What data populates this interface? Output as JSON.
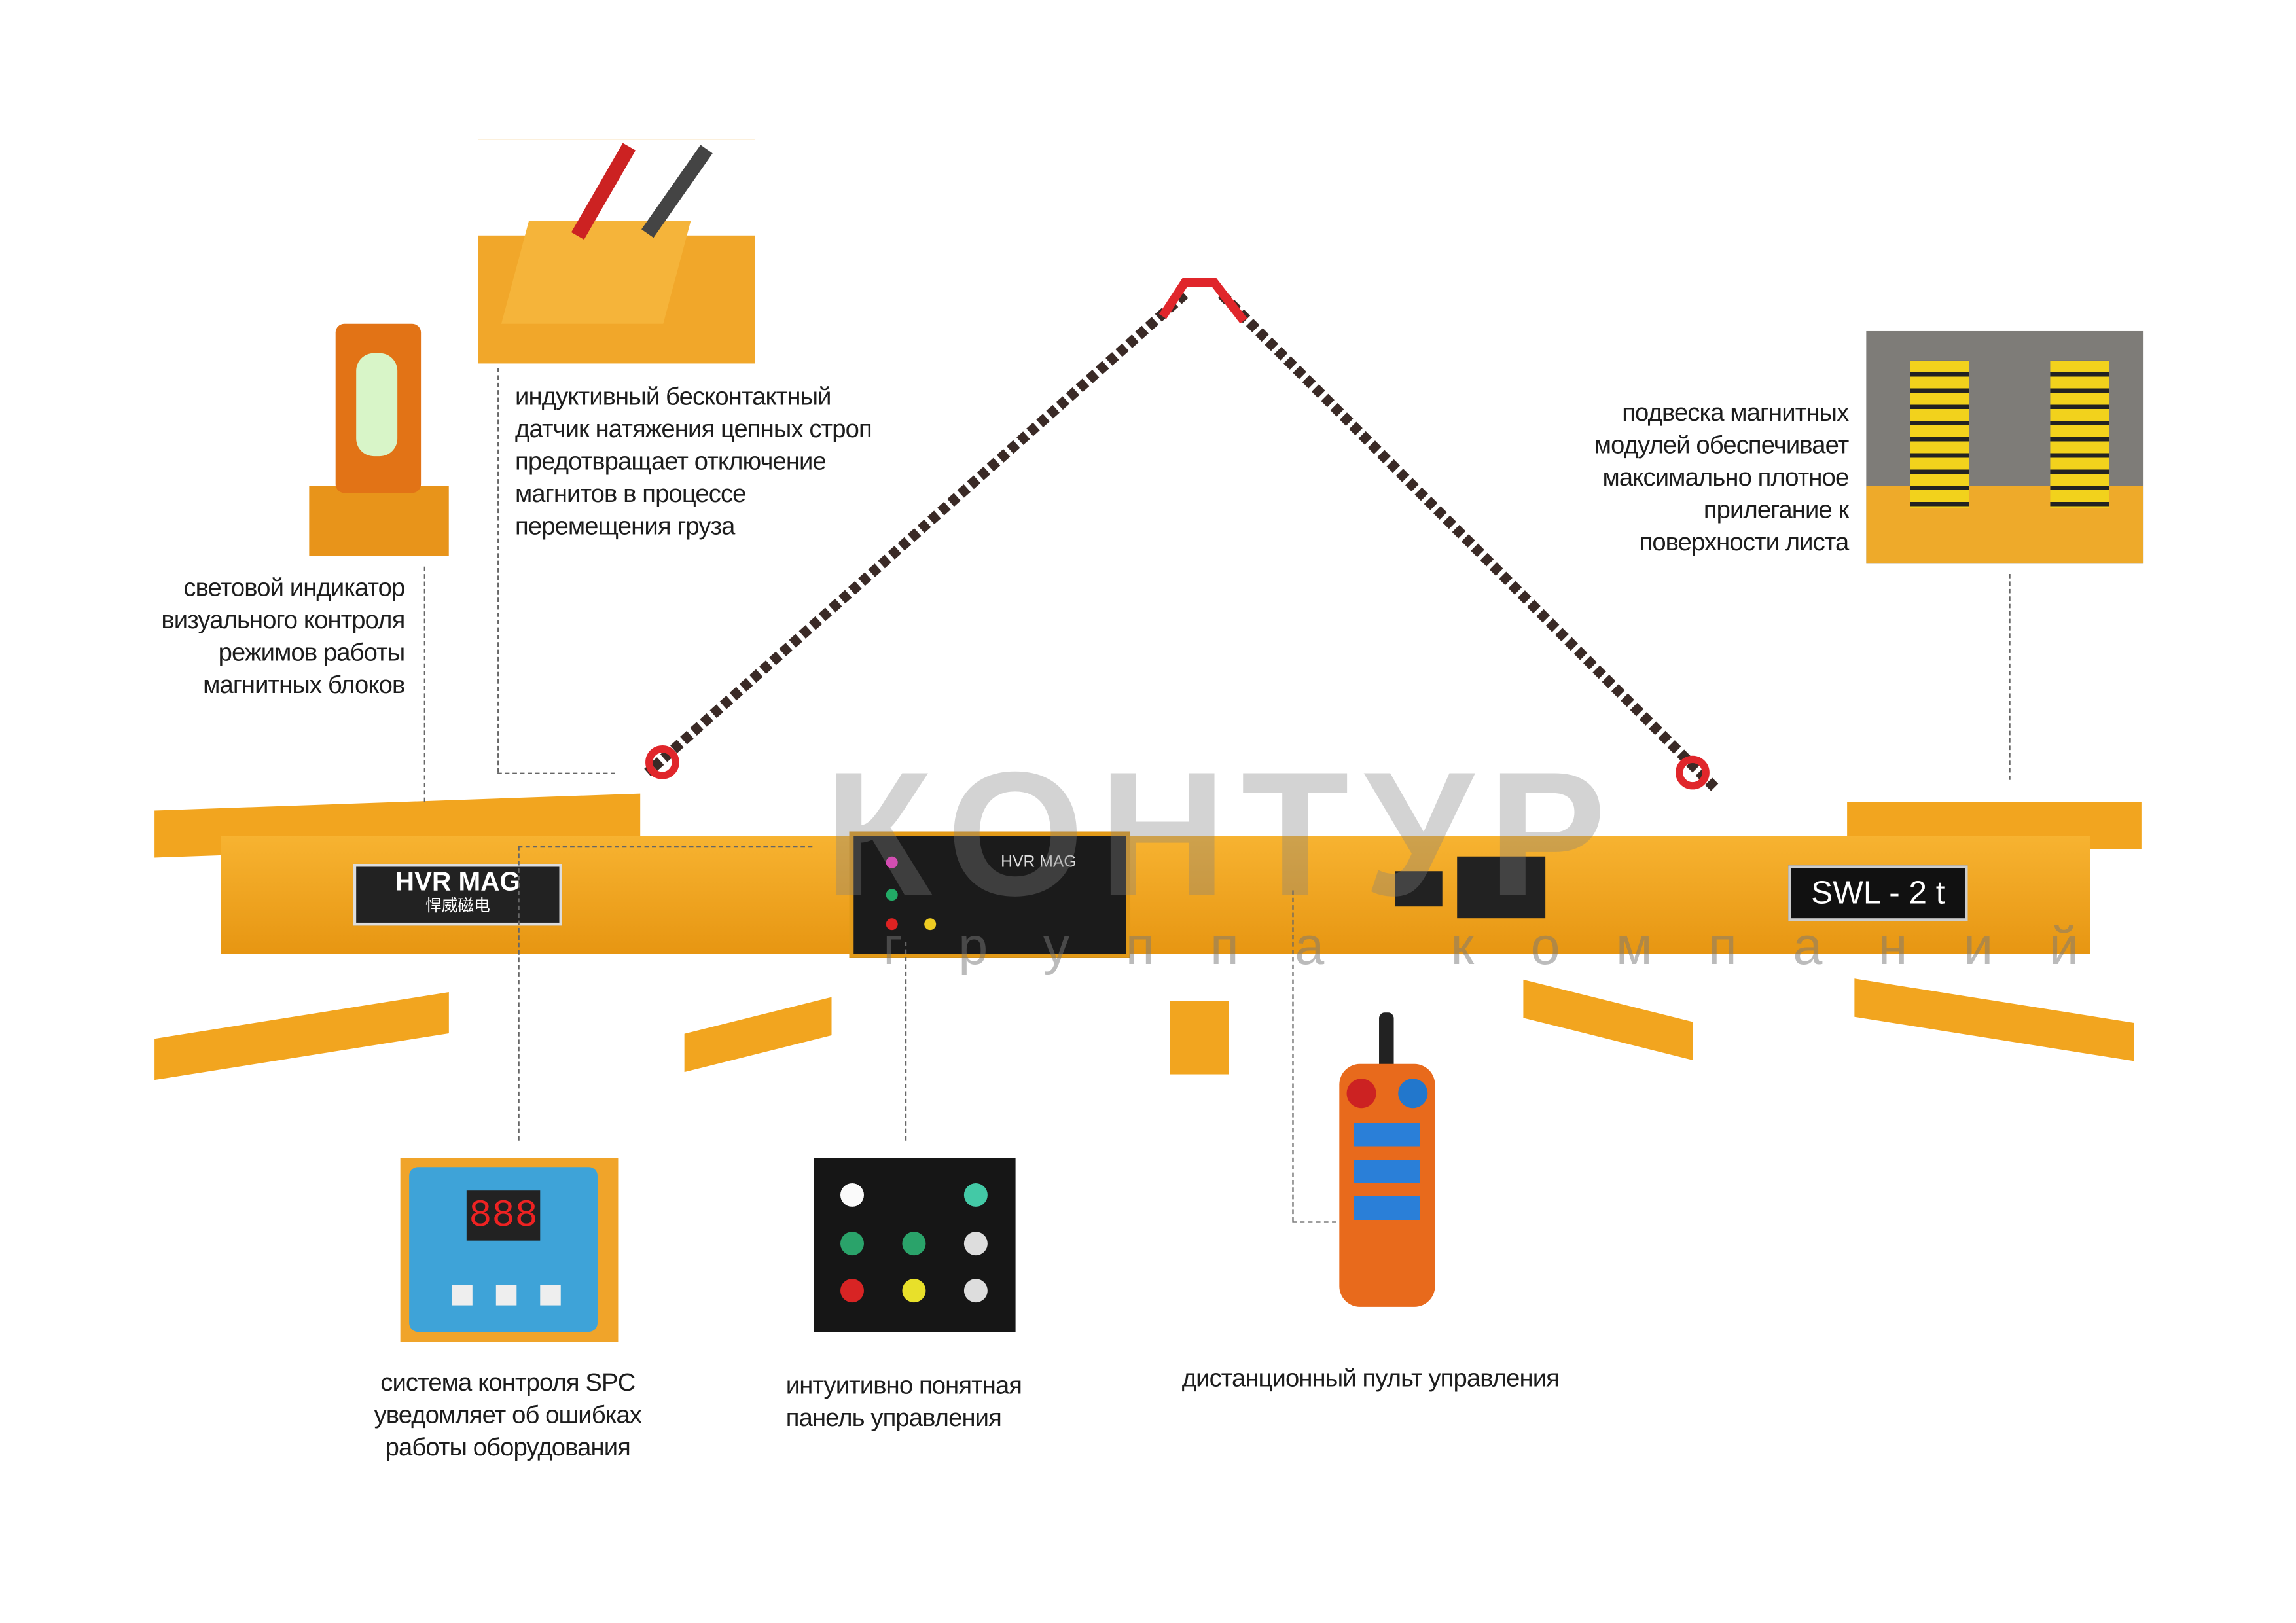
{
  "captions": {
    "light_indicator": "световой индикатор\nвизуального контроля\nрежимов работы\nмагнитных блоков",
    "chain_sensor": "индуктивный бесконтактный\nдатчик натяжения цепных строп\nпредотвращает отключение\nмагнитов в процессе\nперемещения груза",
    "suspension": "подвеска магнитных\nмодулей обеспечивает\nмаксимально плотное\nприлегание к\nповерхности листа",
    "spc": "система контроля SPC\nуведомляет об ошибках\nработы оборудования",
    "panel": "интуитивно понятная\nпанель управления",
    "remote": "дистанционный пульт управления"
  },
  "machine": {
    "brand": "HVR MAG",
    "brand_cn": "悍威磁电",
    "swl_label": "SWL - 2 t",
    "panel_brand": "HVR MAG",
    "spc_display": "888"
  },
  "watermark": {
    "name": "КОНТУР",
    "subtitle": "группа компаний"
  },
  "colors": {
    "frame": "#f2a51f",
    "chain": "#3a2a26",
    "shackle": "#e0262b"
  }
}
